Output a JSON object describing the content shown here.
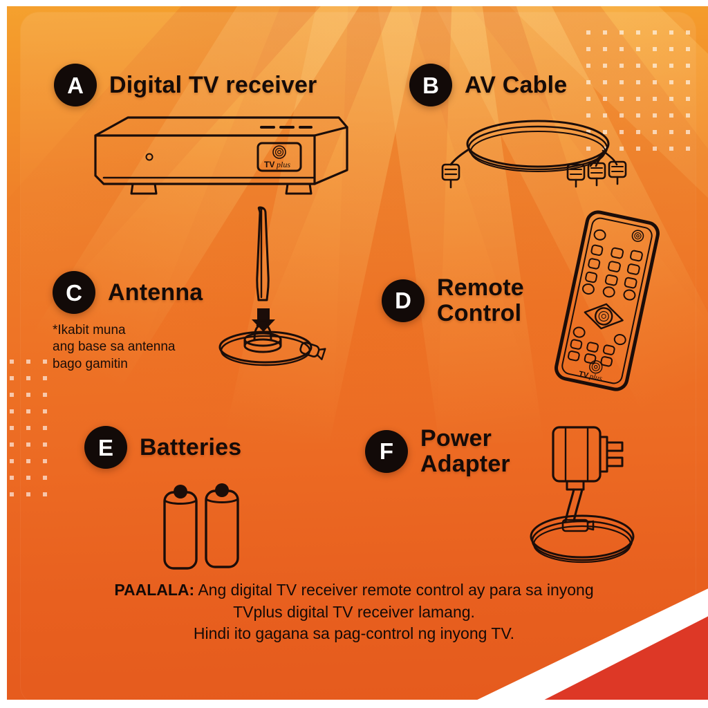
{
  "theme": {
    "background_orange": "#ee7526",
    "background_orange_light": "#f5a22e",
    "badge_black": "#120a08",
    "accent_red": "#dd3826",
    "white": "#ffffff",
    "ink": "#1b0d09"
  },
  "items": [
    {
      "letter": "A",
      "title": "Digital TV receiver",
      "icon": "digital-tv-receiver-icon",
      "note": ""
    },
    {
      "letter": "B",
      "title": "AV Cable",
      "icon": "av-cable-icon",
      "note": ""
    },
    {
      "letter": "C",
      "title": "Antenna",
      "icon": "antenna-icon",
      "note": "*Ikabit muna\n ang base sa antenna\n bago gamitin"
    },
    {
      "letter": "D",
      "title": "Remote\nControl",
      "icon": "remote-control-icon",
      "note": ""
    },
    {
      "letter": "E",
      "title": "Batteries",
      "icon": "batteries-icon",
      "note": ""
    },
    {
      "letter": "F",
      "title": "Power\nAdapter",
      "icon": "power-adapter-icon",
      "note": ""
    }
  ],
  "brand": {
    "logo_text_tv": "TV",
    "logo_text_plus": "plus"
  },
  "footer": {
    "label": "PAALALA:",
    "line1": " Ang digital TV receiver remote control ay para sa inyong",
    "line2": "TVplus digital TV receiver lamang.",
    "line3": "Hindi ito gagana sa pag-control ng inyong TV."
  }
}
